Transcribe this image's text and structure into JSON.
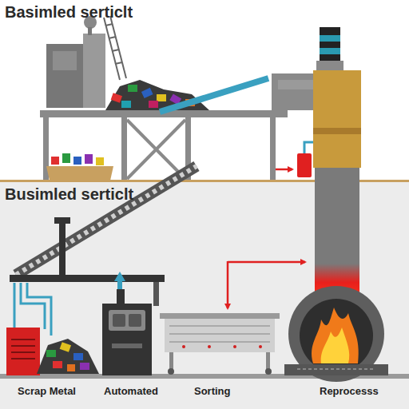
{
  "diagram": {
    "title": "Basimled serticlt",
    "labels": [
      "Busimled serticlt",
      "Scrap Metal",
      "Automated",
      "Sorting",
      "Reprocesss"
    ]
  }
}
